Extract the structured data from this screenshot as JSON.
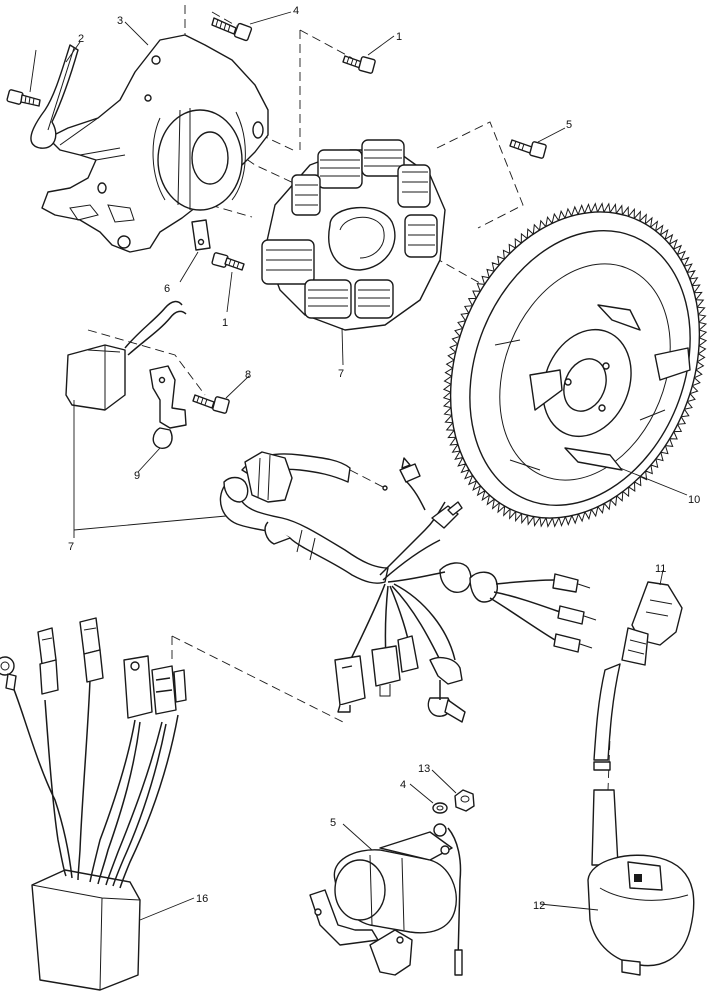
{
  "callouts": {
    "c1a": "1",
    "c1b": "1",
    "c2": "2",
    "c3": "3",
    "c4a": "4",
    "c4b": "4",
    "c5a": "5",
    "c5b": "5",
    "c6": "6",
    "c7a": "7",
    "c7b": "7",
    "c8": "8",
    "c9": "9",
    "c10": "10",
    "c11": "11",
    "c12": "12",
    "c13": "13",
    "c16": "16"
  },
  "colors": {
    "line": "#1a1a1a",
    "background": "#ffffff"
  }
}
